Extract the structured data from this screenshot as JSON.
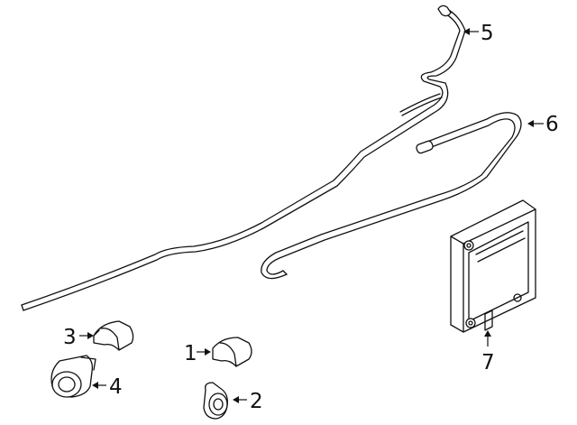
{
  "callouts": {
    "c1": "1",
    "c2": "2",
    "c3": "3",
    "c4": "4",
    "c5": "5",
    "c6": "6",
    "c7": "7"
  },
  "colors": {
    "line": "#111111",
    "background": "#ffffff"
  },
  "parts": [
    {
      "callout": "1",
      "icon": "sensor-retainer-icon"
    },
    {
      "callout": "2",
      "icon": "sensor-grommet-icon"
    },
    {
      "callout": "3",
      "icon": "sensor-retainer-icon"
    },
    {
      "callout": "4",
      "icon": "parking-sensor-icon"
    },
    {
      "callout": "5",
      "icon": "wiring-harness-icon"
    },
    {
      "callout": "6",
      "icon": "wiring-harness-icon"
    },
    {
      "callout": "7",
      "icon": "control-module-icon"
    }
  ]
}
